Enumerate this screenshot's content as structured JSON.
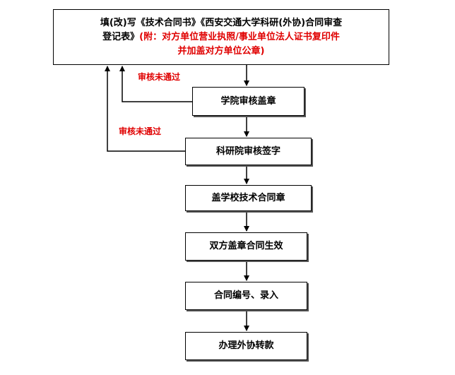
{
  "start_box": {
    "line1": "填(改)写《技术合同书》《西安交通大学科研(外协)合同审查",
    "line2_black": "登记表》",
    "line2_red": "(附：对方单位营业执照/事业单位法人证书复印件",
    "line3_red": "并加盖对方单位公章)"
  },
  "steps": [
    {
      "label": "学院审核盖章"
    },
    {
      "label": "科研院审核签字"
    },
    {
      "label": "盖学校技术合同章"
    },
    {
      "label": "双方盖章合同生效"
    },
    {
      "label": "合同编号、录入"
    },
    {
      "label": "办理外协转款"
    }
  ],
  "notes": {
    "reject_college": "审核未通过",
    "reject_research": "审核未通过"
  },
  "colors": {
    "note": "#e00000",
    "border": "#000000"
  }
}
